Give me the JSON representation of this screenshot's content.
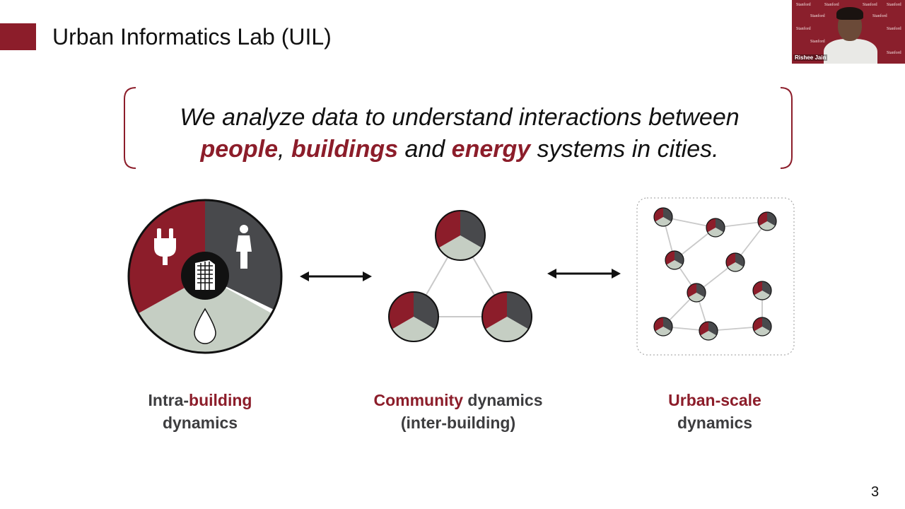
{
  "slide": {
    "title": "Urban Informatics Lab (UIL)",
    "page_number": "3"
  },
  "webcam": {
    "name_label": "Rishee Jain",
    "background_text": "Stanford"
  },
  "quote": {
    "line1": "We analyze data to understand interactions between",
    "people": "people",
    "comma": ", ",
    "buildings": "buildings",
    "and": " and ",
    "energy": "energy",
    "rest": " systems in cities."
  },
  "captions": {
    "intra": {
      "red_part": "building",
      "pre": "Intra-",
      "line2": "dynamics"
    },
    "community": {
      "red_part": "Community",
      "post": " dynamics",
      "line2": "(inter-building)"
    },
    "urban": {
      "red_part": "Urban-scale",
      "line2": "dynamics"
    }
  },
  "colors": {
    "accent": "#8c1d2a",
    "dark_gray": "#48494c",
    "light_sage": "#c5cec3",
    "black": "#111111"
  },
  "icons": {
    "intra_circle": [
      "plug-icon",
      "person-icon",
      "building-icon",
      "water-drop-icon"
    ],
    "arrows": [
      "double-arrow-icon"
    ]
  }
}
